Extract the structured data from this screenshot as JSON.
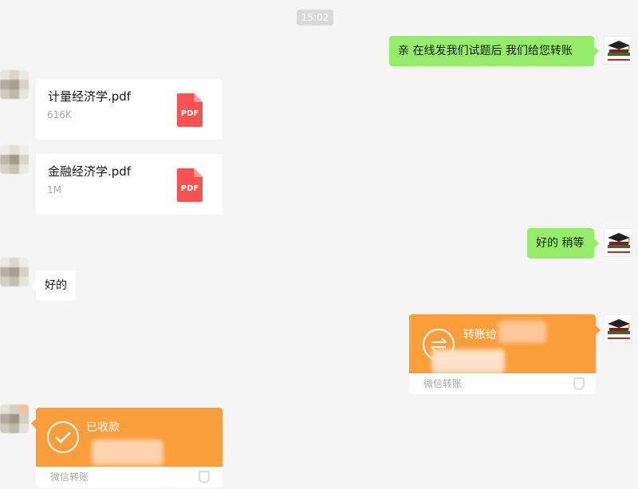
{
  "timestamp": "15:02",
  "messages": {
    "m1_text": "亲  在线发我们试题后 我们给您转账",
    "file1": {
      "name": "计量经济学.pdf",
      "size": "616K",
      "type_label": "PDF"
    },
    "file2": {
      "name": "金融经济学.pdf",
      "size": "1M",
      "type_label": "PDF"
    },
    "m4_text": "好的 稍等",
    "m5_text": "好的",
    "transfer_sent": {
      "title": "转账给",
      "footer": "微信转账",
      "status_color": "#fa9d3b"
    },
    "transfer_received": {
      "title": "已收款",
      "footer": "微信转账",
      "status_color": "#fa9d3b"
    }
  },
  "colors": {
    "self_bubble": "#95ec69",
    "other_bubble": "#ffffff",
    "background": "#f5f5f5",
    "pdf_red": "#fa5151"
  },
  "icons": [
    "pdf-icon",
    "transfer-arrows-icon",
    "checkmark-icon",
    "shield-icon"
  ]
}
